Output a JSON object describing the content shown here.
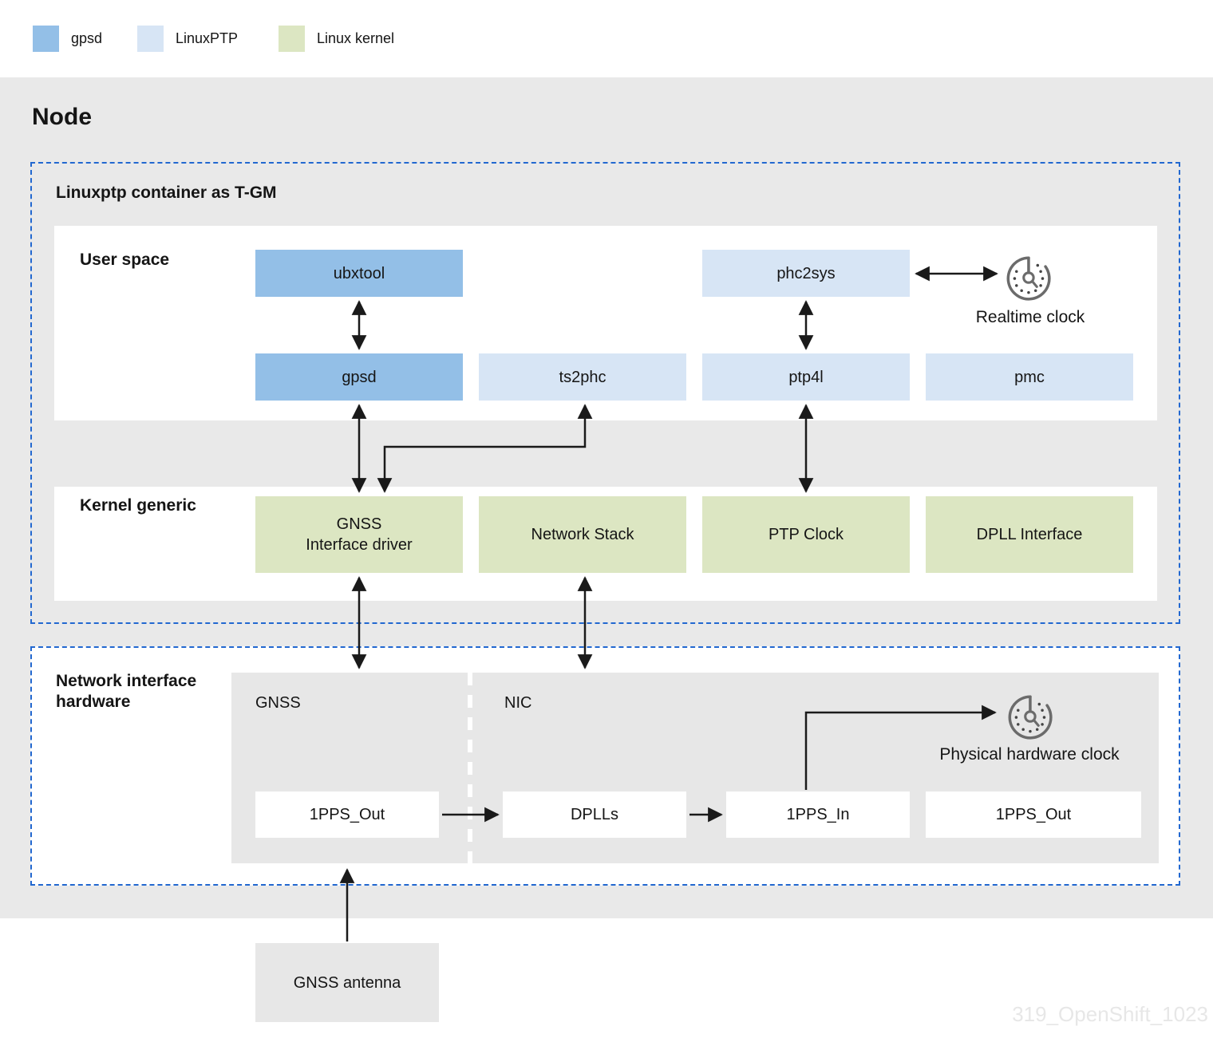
{
  "legend": {
    "items": [
      {
        "label": "gpsd",
        "color": "#93bfe7"
      },
      {
        "label": "LinuxPTP",
        "color": "#d7e5f5"
      },
      {
        "label": "Linux kernel",
        "color": "#dce6c2"
      }
    ]
  },
  "node": {
    "title": "Node"
  },
  "tgm_container": {
    "title": "Linuxptp container as T-GM"
  },
  "user_space": {
    "label": "User space",
    "ubxtool": "ubxtool",
    "phc2sys": "phc2sys",
    "realtime_clock": "Realtime clock",
    "gpsd": "gpsd",
    "ts2phc": "ts2phc",
    "ptp4l": "ptp4l",
    "pmc": "pmc"
  },
  "kernel_generic": {
    "label": "Kernel generic",
    "gnss_driver": "GNSS\nInterface driver",
    "network_stack": "Network Stack",
    "ptp_clock": "PTP Clock",
    "dpll_interface": "DPLL Interface"
  },
  "hardware": {
    "label": "Network interface hardware",
    "gnss": "GNSS",
    "nic": "NIC",
    "physical_clock": "Physical hardware clock",
    "pps_out_gnss": "1PPS_Out",
    "dplls": "DPLLs",
    "pps_in": "1PPS_In",
    "pps_out_nic": "1PPS_Out"
  },
  "antenna": {
    "label": "GNSS antenna"
  },
  "watermark": "319_OpenShift_1023",
  "colors": {
    "gpsd_blue": "#93bfe7",
    "linuxptp_blue": "#d7e5f5",
    "kernel_green": "#dce6c2",
    "dashed_border": "#2268d0",
    "node_background": "#e9e9e9",
    "arrow": "#1a1a1a",
    "clock_icon": "#6b6b6b"
  }
}
